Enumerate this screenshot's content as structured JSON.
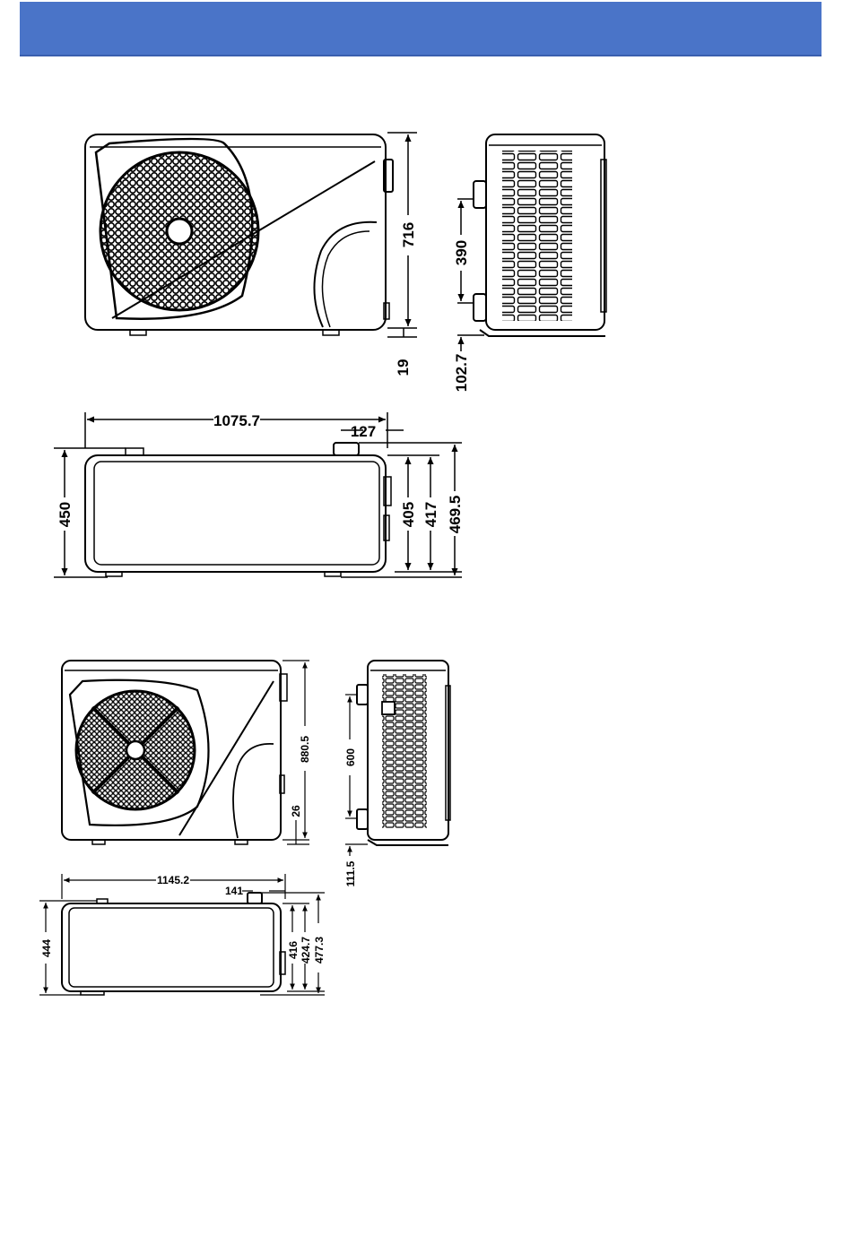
{
  "header": {
    "color": "#4a74c8"
  },
  "unit1": {
    "front": {
      "height": "716",
      "foot": "19"
    },
    "side": {
      "spacing": "390",
      "base": "102.7"
    },
    "top": {
      "length": "1075.7",
      "offset": "127",
      "depth": "450",
      "d1": "405",
      "d2": "417",
      "d3": "469.5"
    }
  },
  "unit2": {
    "front": {
      "height": "880.5",
      "foot": "26"
    },
    "side": {
      "spacing": "600",
      "base": "111.5"
    },
    "top": {
      "length": "1145.2",
      "offset": "141",
      "depth": "444",
      "d1": "416",
      "d2": "424.7",
      "d3": "477.3"
    }
  }
}
